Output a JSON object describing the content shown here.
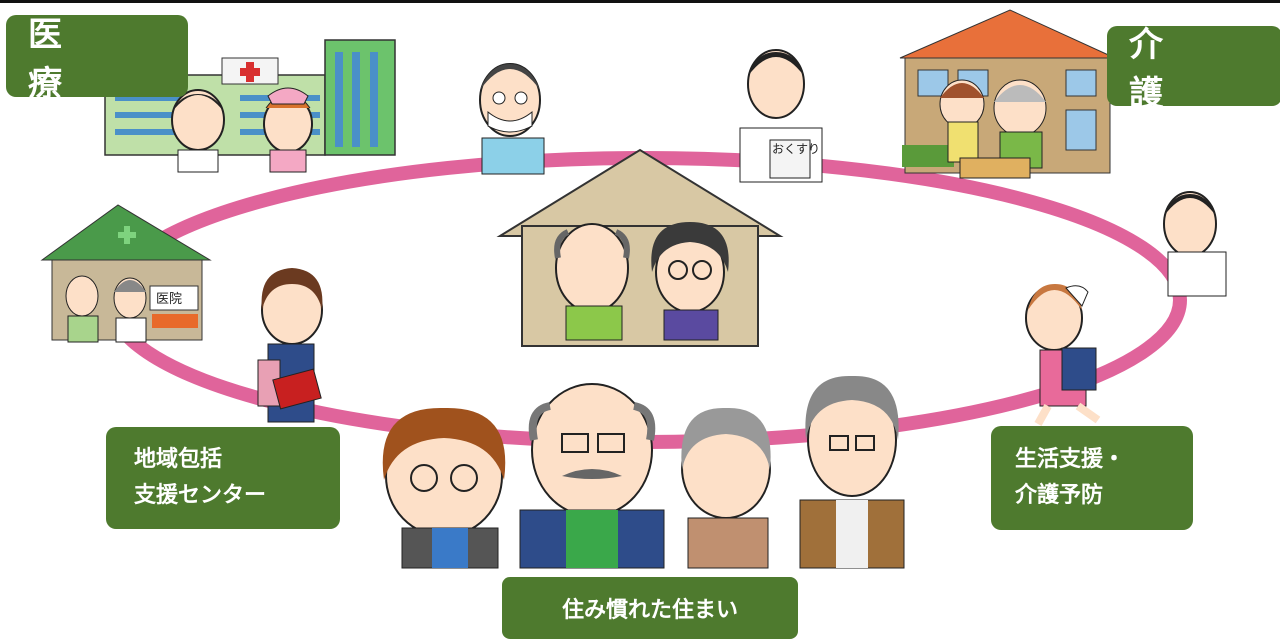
{
  "labels": {
    "iryo": "医　療",
    "kaigo": "介　護",
    "chiiki_line1": "地域包括",
    "chiiki_line2": "支援センター",
    "seikatsu_line1": "生活支援・",
    "seikatsu_line2": "介護予防",
    "sumai": "住み慣れた住まい"
  },
  "signs": {
    "clinic": "医院",
    "medicine": "おくすり"
  },
  "colors": {
    "label_green": "#4e7a2e",
    "ring_pink": "#e0649b",
    "house_tan": "#d8c8a4",
    "roof_orange": "#e8703a",
    "clinic_green": "#4a9a4a"
  },
  "icons": [
    "hospital-icon",
    "care-home-icon",
    "clinic-icon",
    "house-icon",
    "doctor-icon",
    "nurse-icon",
    "dentist-icon",
    "pharmacist-icon",
    "care-manager-icon",
    "helper-icon",
    "trainer-icon",
    "elderly-couple-icon",
    "elderly-group-icon"
  ]
}
